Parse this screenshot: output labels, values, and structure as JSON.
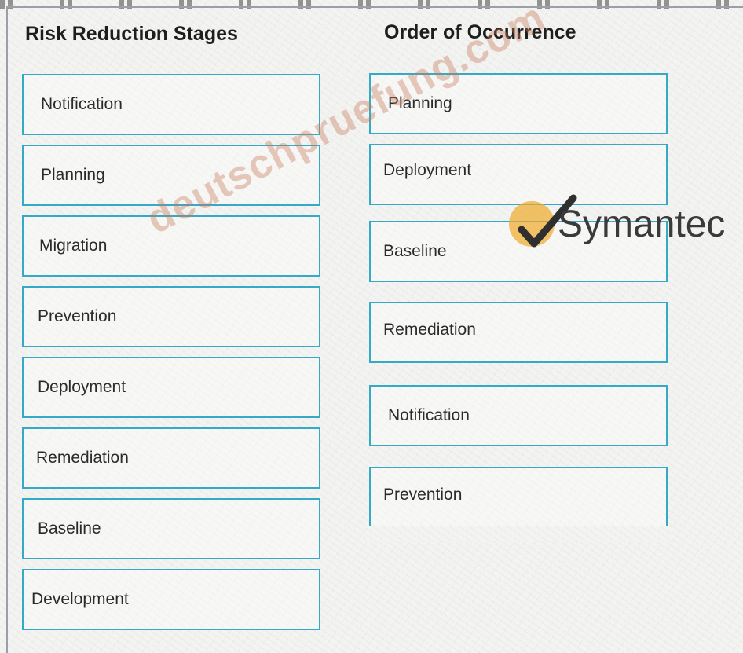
{
  "left_column": {
    "title": "Risk Reduction Stages",
    "items": [
      "Notification",
      "Planning",
      "Migration",
      "Prevention",
      "Deployment",
      "Remediation",
      "Baseline",
      "Development"
    ]
  },
  "right_column": {
    "title": "Order of Occurrence",
    "items": [
      "Planning",
      "Deployment",
      "Baseline",
      "Remediation",
      "Notification",
      "Prevention"
    ]
  },
  "watermark": {
    "text": "deutschpruefung.com"
  },
  "logo": {
    "text": "Symantec",
    "icon": "checkmark-circle-icon"
  },
  "colors": {
    "box_border": "#35a9c6",
    "logo_accent": "#f0aa28"
  }
}
